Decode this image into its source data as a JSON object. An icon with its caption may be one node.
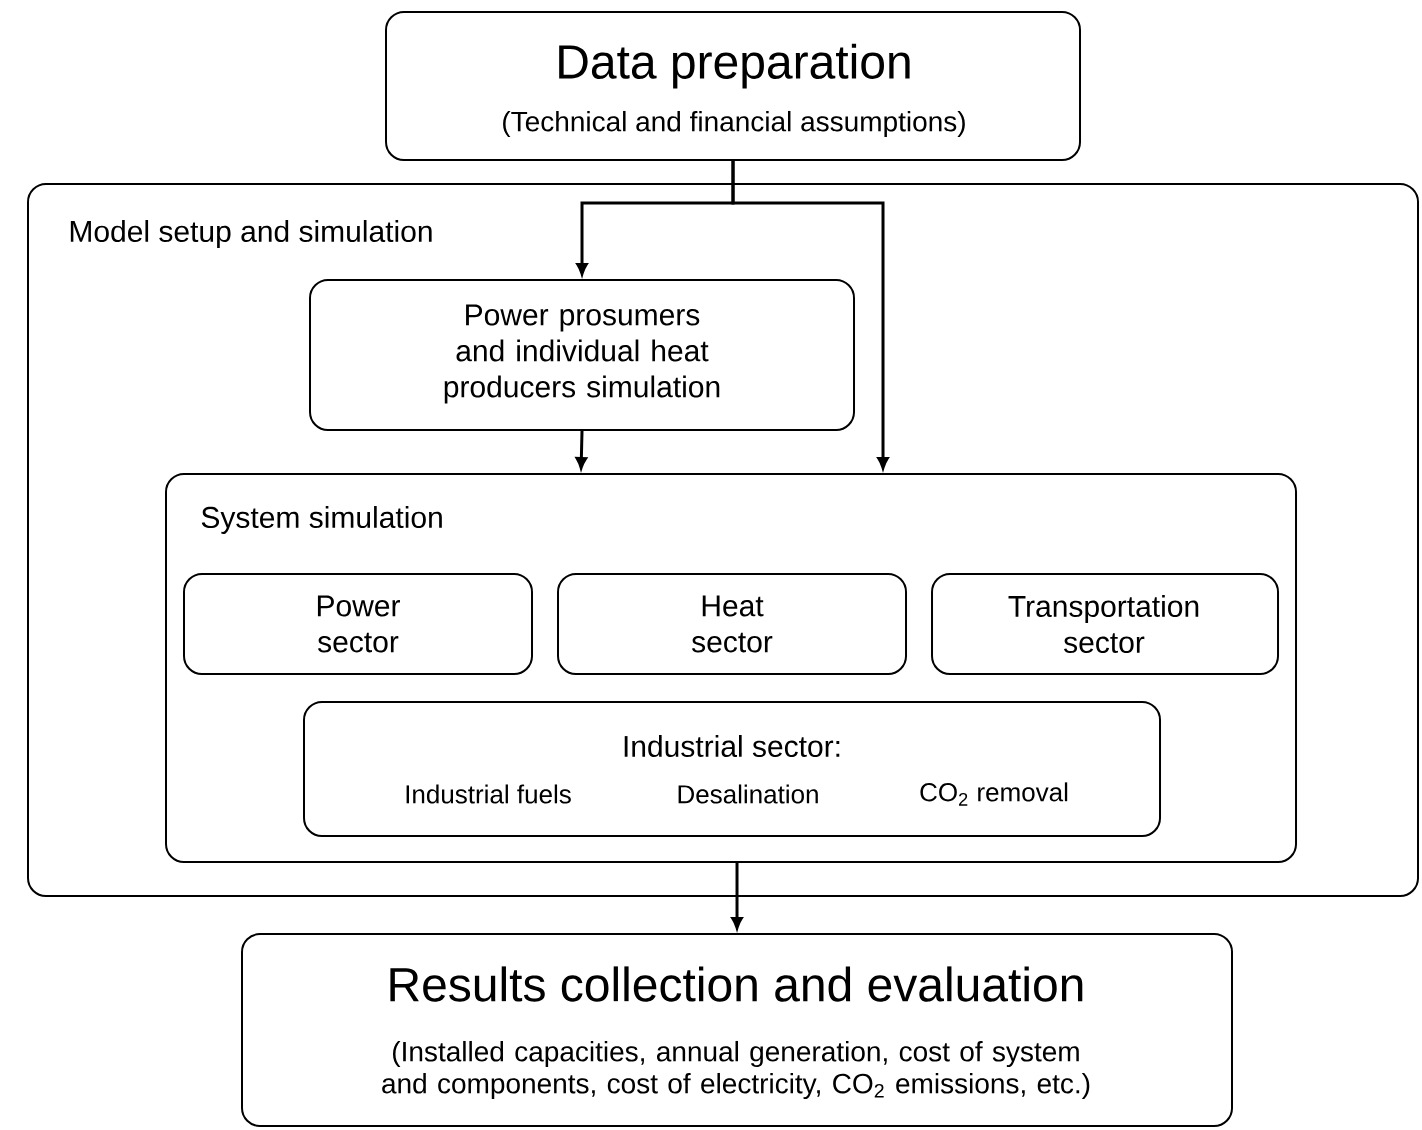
{
  "diagram": {
    "nodes": [
      {
        "text": [
          "Data preparation",
          "(Technical and financial assumptions)"
        ]
      },
      {
        "text": [
          "Model setup and simulation"
        ]
      },
      {
        "text": [
          "Power prosumers and individual heat producers simulation"
        ],
        "in": 1
      },
      {
        "text": [
          "System simulation"
        ],
        "in": 1
      },
      {
        "text": [
          "Power sector"
        ],
        "in": 3
      },
      {
        "text": [
          "Heat sector"
        ],
        "in": 3
      },
      {
        "text": [
          "Transportation sector"
        ],
        "in": 3
      },
      {
        "text": [
          "Industrial sector:",
          "Industrial fuels",
          "Desalination",
          "CO$_{2}$ removal"
        ],
        "in": 3
      },
      {
        "text": [
          "Results collection and evaluation",
          "(Installed capacities, annual generation, cost of system and components, cost of electricity, CO$_{2}$ emissions, etc.)"
        ]
      }
    ],
    "edges": [
      {
        "from": 0,
        "to": 2,
        "arrow": "to"
      },
      {
        "from": 0,
        "to": 3,
        "arrow": "to"
      },
      {
        "from": 2,
        "to": 3,
        "arrow": "to"
      },
      {
        "from": 3,
        "to": 8,
        "arrow": "to"
      }
    ]
  }
}
